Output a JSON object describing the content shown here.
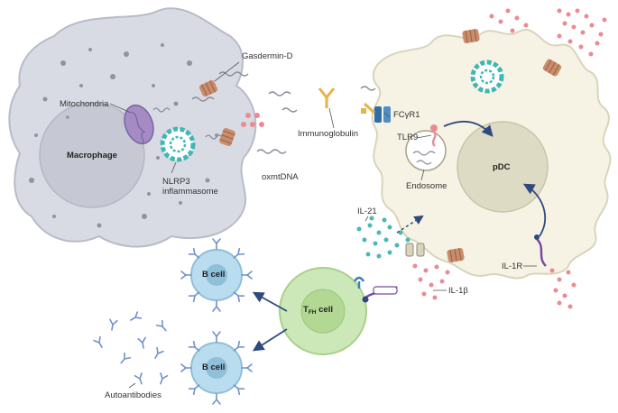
{
  "labels": {
    "gasdermin_d": "Gasdermin-D",
    "mitochondria": "Mitochondria",
    "macrophage": "Macrophage",
    "nlrp3_line1": "NLRP3",
    "nlrp3_line2": "inflammasome",
    "immunoglobulin": "Immunoglobulin",
    "fcgr1": "FCγR1",
    "tlr9": "TLR9",
    "oxmtdna": "oxmtDNA",
    "endosome": "Endosome",
    "pdc": "pDC",
    "il21": "IL-21",
    "il1b": "IL-1β",
    "il1r": "IL-1R",
    "b_cell_top": "B cell",
    "b_cell_bottom": "B cell",
    "tfh_main": "T",
    "tfh_sub": "FH",
    "tfh_suffix": " cell",
    "autoantibodies": "Autoantibodies"
  },
  "colors": {
    "macrophage_body": "#d9dbe4",
    "macrophage_nucleus": "#c6c9d4",
    "mitochondria": "#a48bc4",
    "nlrp3": "#3fb7b3",
    "gasdermin_pore": "#c98d6c",
    "pdc_body": "#f6f3e4",
    "pdc_nucleus": "#dedbc4",
    "tfh_body": "#cde8b8",
    "b_cell_body": "#b9dcef",
    "antibody": "#6f93c9",
    "il21_dots": "#4bb8b4",
    "il1b_dots": "#ec8a92",
    "arrow": "#2f4a7e"
  }
}
